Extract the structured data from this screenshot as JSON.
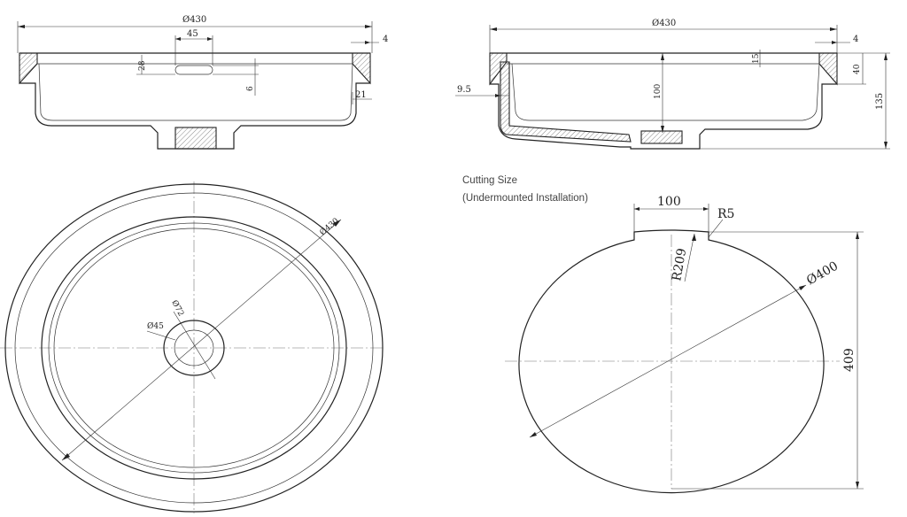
{
  "front_view": {
    "dia_label": "Ø430",
    "overflow_width": "45",
    "overflow_height": "28",
    "overflow_offset": "6",
    "rim_thickness": "4",
    "wall_dim": "21"
  },
  "side_view": {
    "dia_label": "Ø430",
    "rim_thickness": "4",
    "top_depth": "15",
    "rim_height": "40",
    "total_height": "135",
    "inner_depth": "100",
    "overflow_width": "9.5"
  },
  "top_view": {
    "outer_dia": "Ø430",
    "waste_outer": "Ø72",
    "waste_inner": "Ø45"
  },
  "cutting": {
    "title": "Cutting Size",
    "subtitle": "(Undermounted Installation)",
    "notch_width": "100",
    "notch_radius": "R5",
    "arc_radius": "R209",
    "diameter": "Ø400",
    "height": "409"
  }
}
